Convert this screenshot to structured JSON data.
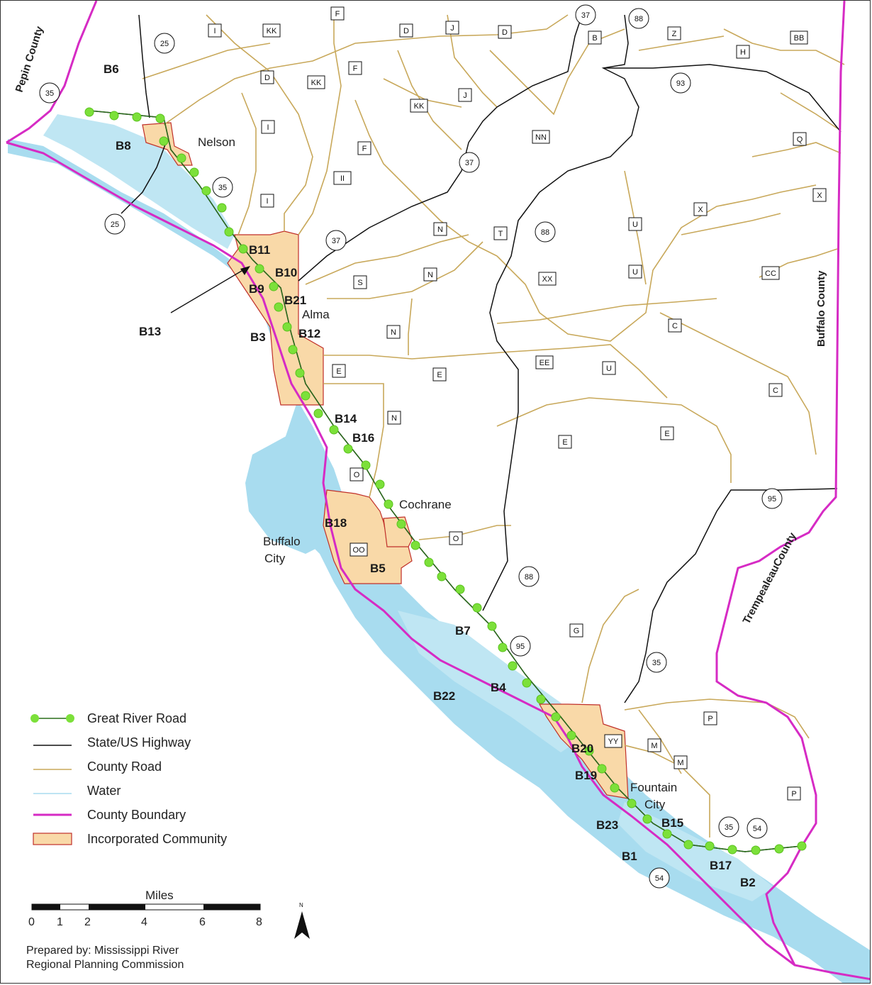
{
  "colors": {
    "great_river_road": "#7ce03a",
    "state_highway": "#111111",
    "county_road": "#c8a85a",
    "water": "#a8dcef",
    "county_boundary": "#d62bc4",
    "incorporated_fill": "#f9d9a8",
    "incorporated_stroke": "#c0302a"
  },
  "county_labels": {
    "pepin": "Pepin County",
    "buffalo": "Buffalo County",
    "trempealeau": "TrempealeauCounty"
  },
  "communities": {
    "nelson": "Nelson",
    "alma": "Alma",
    "cochrane": "Cochrane",
    "buffalo_city_1": "Buffalo",
    "buffalo_city_2": "City",
    "fountain_city_1": "Fountain",
    "fountain_city_2": "City"
  },
  "site_labels": [
    "B6",
    "B8",
    "B11",
    "B10",
    "B9",
    "B21",
    "B13",
    "B3",
    "B12",
    "B14",
    "B16",
    "B18",
    "B5",
    "B7",
    "B4",
    "B22",
    "B20",
    "B19",
    "B23",
    "B15",
    "B1",
    "B17",
    "B2"
  ],
  "state_shields": [
    "25",
    "35",
    "25",
    "35",
    "37",
    "37",
    "88",
    "37",
    "88",
    "93",
    "88",
    "95",
    "35",
    "95",
    "35",
    "54",
    "54"
  ],
  "county_shields": [
    "F",
    "I",
    "KK",
    "D",
    "J",
    "D",
    "B",
    "Z",
    "BB",
    "H",
    "D",
    "KK",
    "F",
    "KK",
    "J",
    "I",
    "F",
    "NN",
    "Q",
    "II",
    "I",
    "N",
    "T",
    "X",
    "X",
    "U",
    "U",
    "S",
    "N",
    "XX",
    "CC",
    "N",
    "E",
    "E",
    "EE",
    "C",
    "U",
    "N",
    "C",
    "E",
    "E",
    "O",
    "O",
    "OO",
    "G",
    "M",
    "P",
    "M",
    "YY",
    "P"
  ],
  "legend": {
    "items": [
      "Great River Road",
      "State/US Highway",
      "County Road",
      "Water",
      "County Boundary",
      "Incorporated Community"
    ]
  },
  "scale": {
    "title": "Miles",
    "ticks": [
      "0",
      "1",
      "2",
      "4",
      "6",
      "8"
    ]
  },
  "north": "N",
  "credit": {
    "line1": "Prepared by: Mississippi River",
    "line2": "Regional Planning Commission"
  }
}
